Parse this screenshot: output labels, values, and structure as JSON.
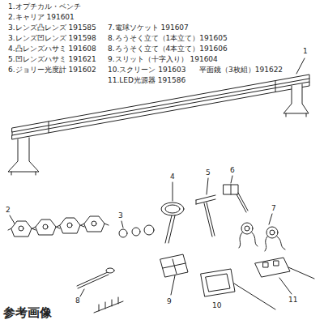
{
  "diagram": {
    "caption": "参考画像",
    "labels": [
      "1.オプチカル・ベンチ",
      "2.キャリア 191601",
      "3.レンズ凸レンズ 191585",
      "3.レンズ凹レンズ 191598",
      "4.凸レンズハサミ 191608",
      "5.凹レンズハサミ 191621",
      "6.ジョリー光度計 191602",
      "7.電球ソケット 191607",
      "8.ろうそく立て（1本立て）191605",
      "8.ろうそく立て（4本立て）191606",
      "9.スリット（十字入り） 191604",
      "10.スクリーン 191603",
      "平面鏡（3枚組）191622",
      "11.LED光源器 191586",
      "1",
      "2",
      "3",
      "4",
      "5",
      "6",
      "7",
      "8",
      "9",
      "10",
      "11"
    ]
  }
}
